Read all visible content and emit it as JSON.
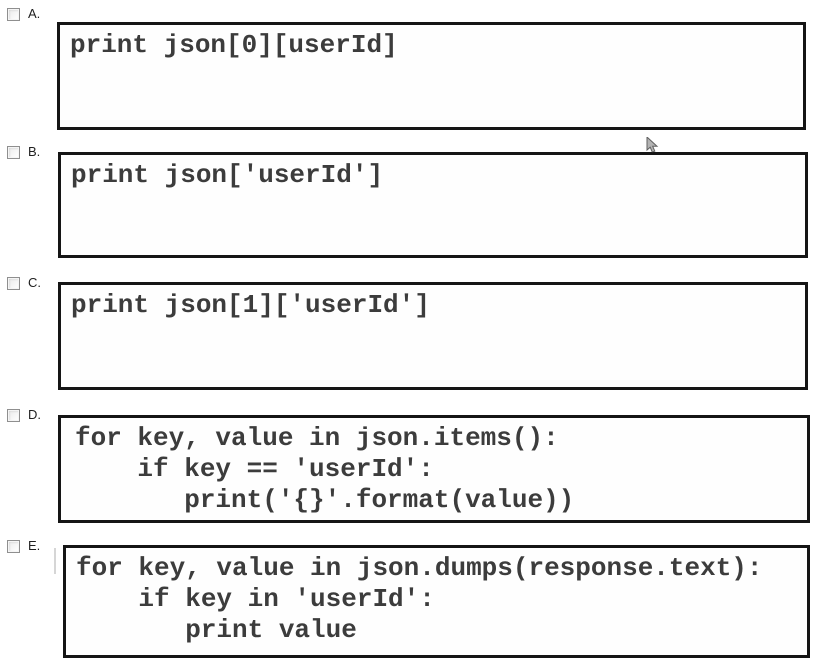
{
  "options": [
    {
      "label": "A.",
      "code": "print json[0][userId]"
    },
    {
      "label": "B.",
      "code": "print json['userId']"
    },
    {
      "label": "C.",
      "code": "print json[1]['userId']"
    },
    {
      "label": "D.",
      "code": "for key, value in json.items():\n    if key == 'userId':\n       print('{}'.format(value))"
    },
    {
      "label": "E.",
      "code": "for key, value in json.dumps(response.text):\n    if key in 'userId':\n       print value"
    }
  ],
  "colors": {
    "code_text": "#3c3c3c",
    "box_border": "#151515",
    "background": "#ffffff"
  }
}
